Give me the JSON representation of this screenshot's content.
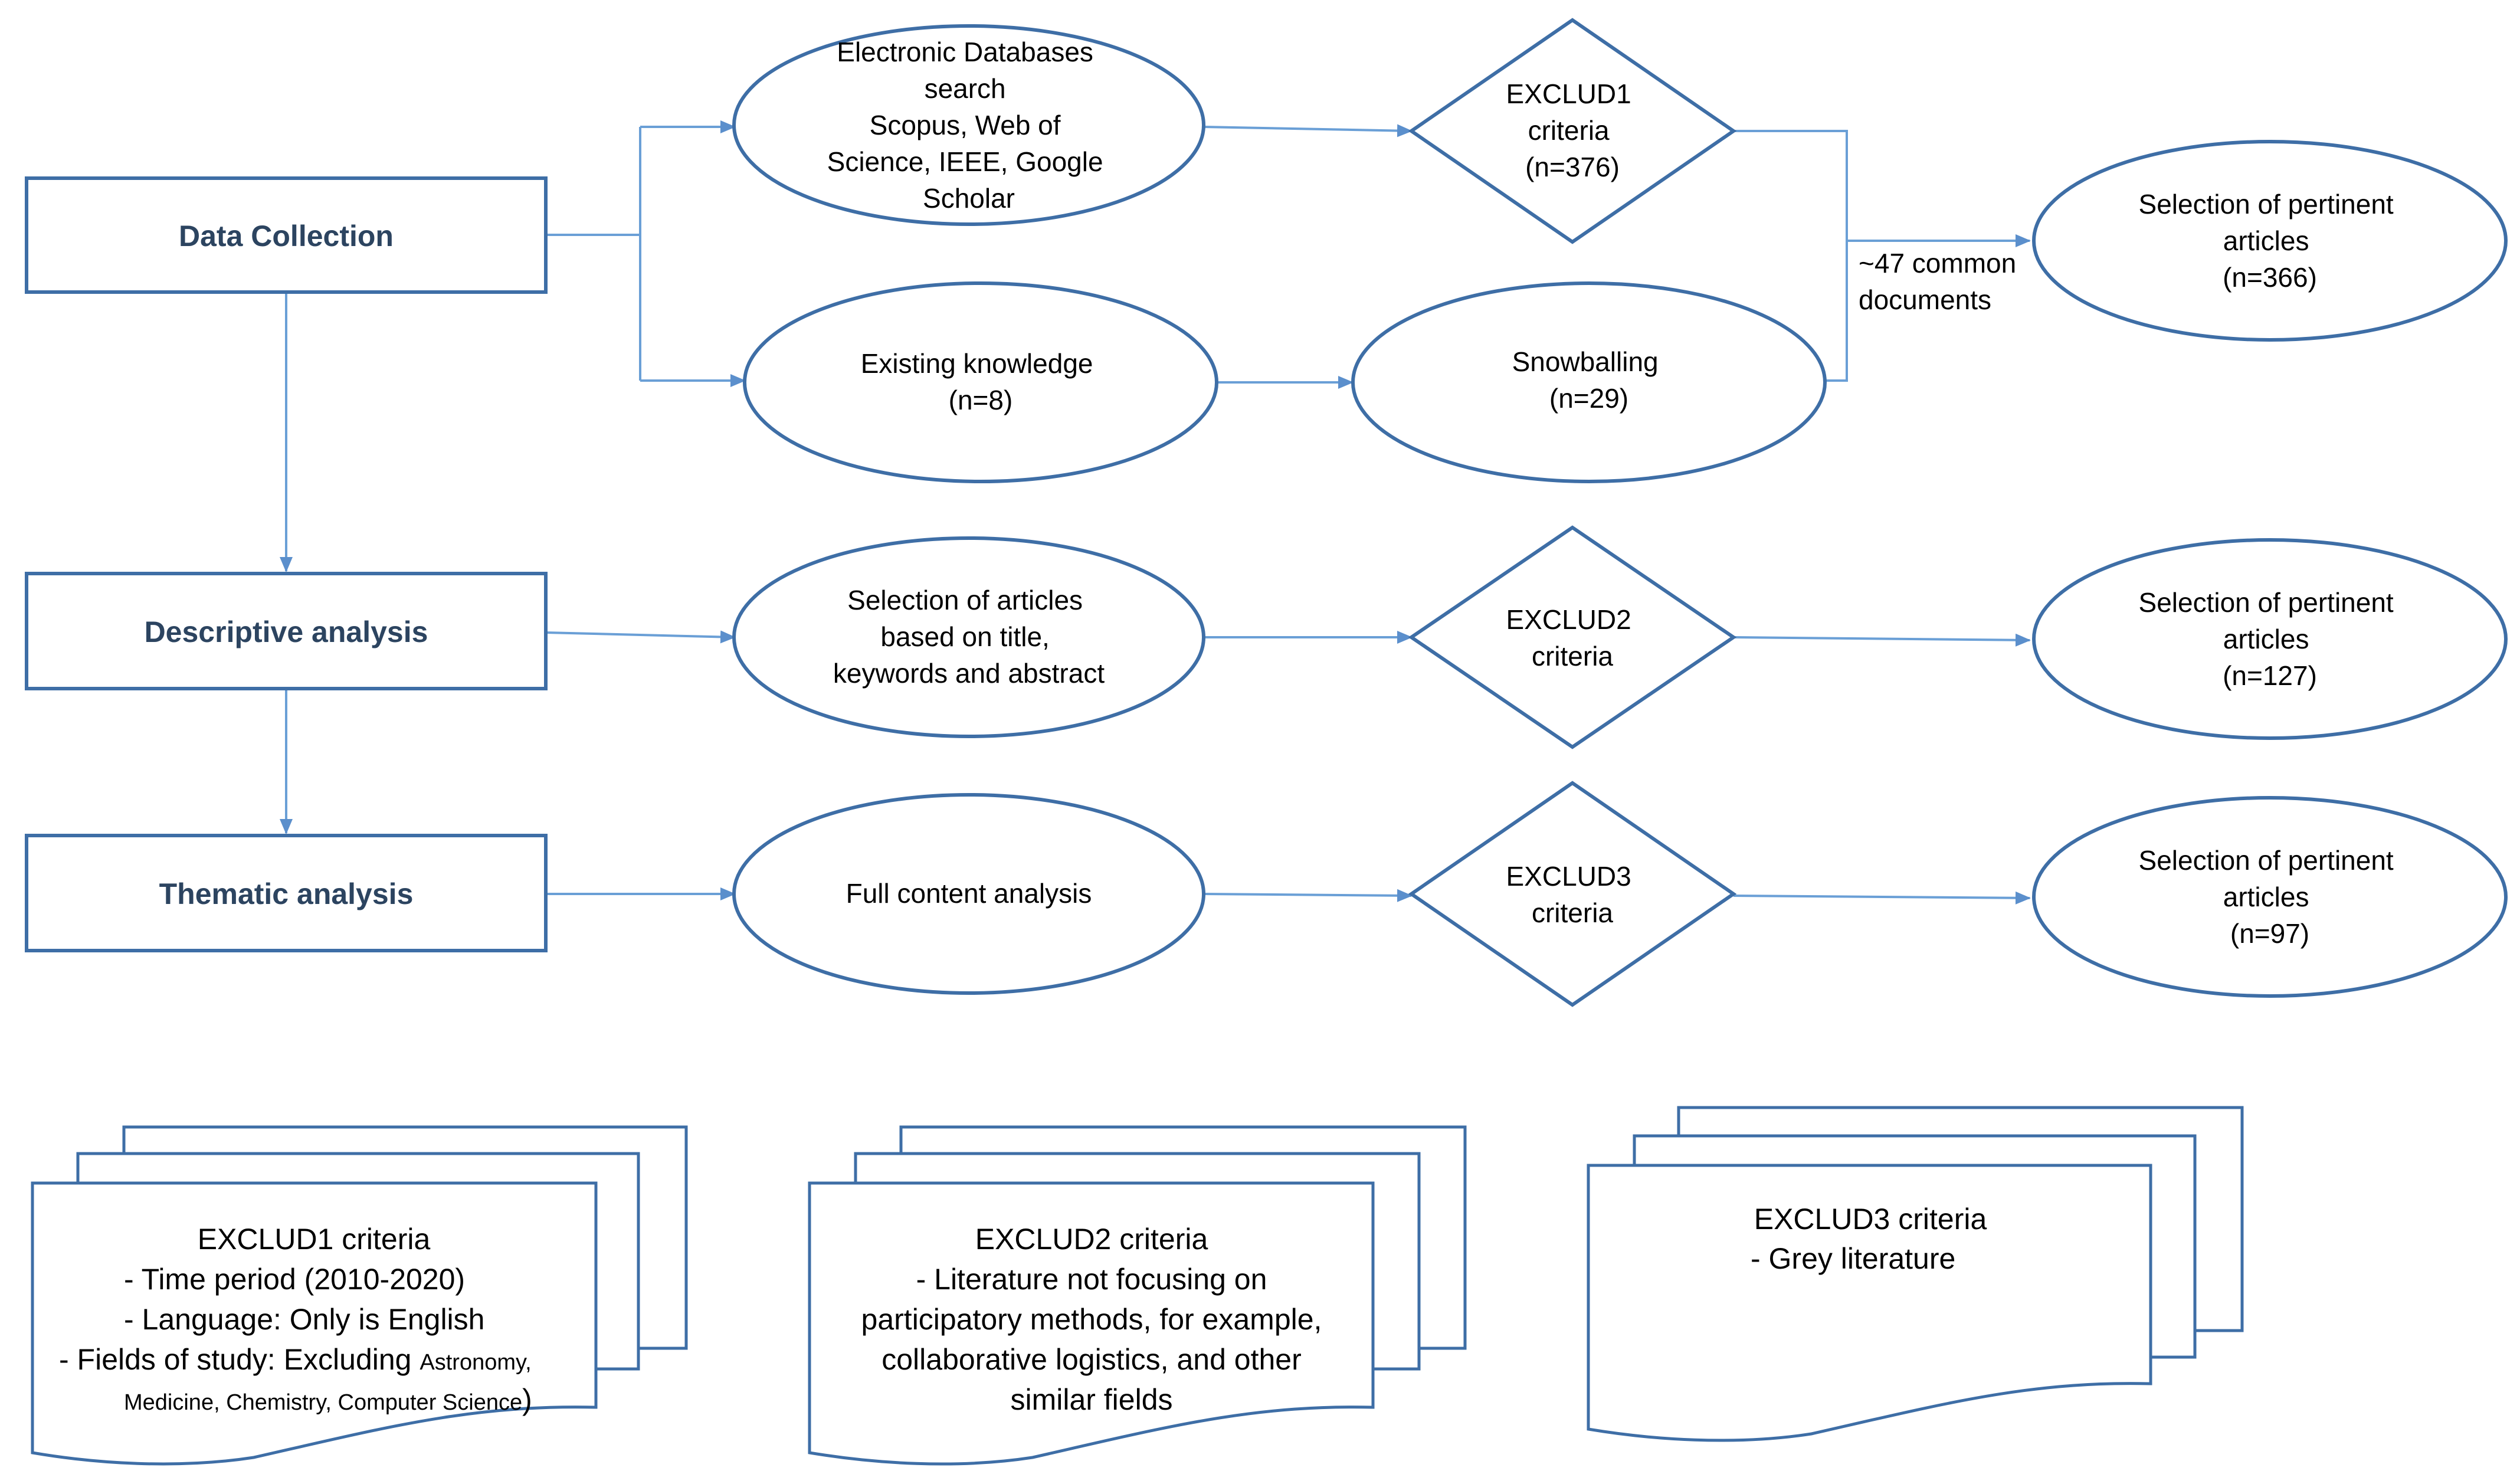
{
  "stages": {
    "data_collection": "Data Collection",
    "descriptive_analysis": "Descriptive analysis",
    "thematic_analysis": "Thematic analysis"
  },
  "nodes": {
    "electronic_databases": [
      "Electronic Databases",
      "search",
      "Scopus, Web of",
      "Science, IEEE, Google",
      "Scholar"
    ],
    "existing_knowledge": [
      "Existing knowledge",
      "(n=8)"
    ],
    "snowballing": [
      "Snowballing",
      "(n=29)"
    ],
    "selection_title": [
      "Selection of articles",
      "based on title,",
      "keywords and abstract"
    ],
    "full_content": [
      "Full content analysis"
    ]
  },
  "criteria": {
    "excl1": [
      "EXCLUD1",
      "criteria",
      "(n=376)"
    ],
    "excl2": [
      "EXCLUD2",
      "criteria"
    ],
    "excl3": [
      "EXCLUD3",
      "criteria"
    ]
  },
  "results": {
    "r1": [
      "Selection of pertinent",
      "articles",
      "(n=366)"
    ],
    "r2": [
      "Selection of pertinent",
      "articles",
      "(n=127)"
    ],
    "r3": [
      "Selection of pertinent",
      "articles",
      "(n=97)"
    ]
  },
  "common_note": [
    "~47 common",
    "documents"
  ],
  "documents": {
    "d1": {
      "title": "EXCLUD1 criteria",
      "items": [
        "-   Time period (2010-2020)",
        "-   Language: Only is English",
        "-   Fields of study: Excluding "
      ],
      "small_a": "Astronomy,",
      "small_b": "Medicine, Chemistry, Computer Science",
      "close": ")"
    },
    "d2": {
      "title": "EXCLUD2 criteria",
      "items": [
        "- Literature not focusing on",
        "participatory methods, for example,",
        "collaborative logistics, and other",
        "similar fields"
      ]
    },
    "d3": {
      "title": "EXCLUD3 criteria",
      "items": [
        "-     Grey literature"
      ]
    }
  },
  "colors": {
    "border": "#3e6ea6",
    "connector": "#6a9fd6",
    "stage_text": "#2c4460"
  }
}
